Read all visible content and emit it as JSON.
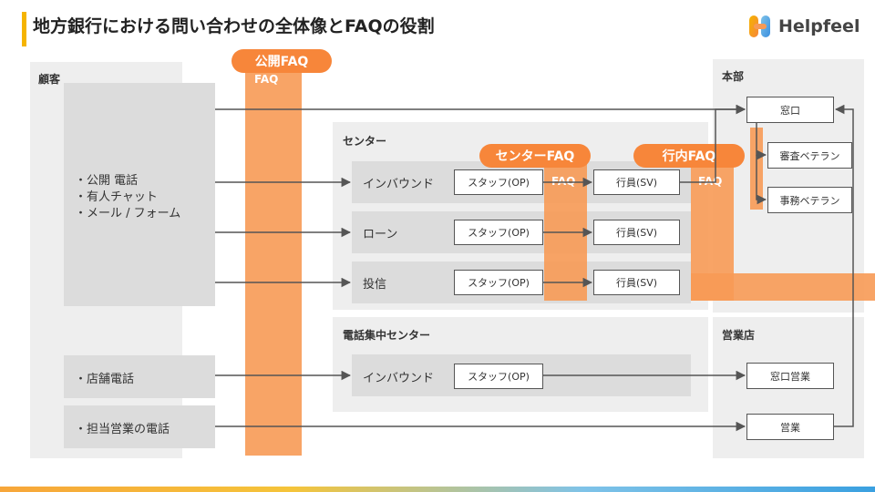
{
  "header": {
    "title": "地方銀行における問い合わせの全体像とFAQの役割",
    "logo_text": "Helpfeel"
  },
  "customer": {
    "label": "顧客",
    "channels_main": [
      "・公開 電話",
      "・有人チャット",
      "・メール / フォーム"
    ],
    "channel_store_phone": "・店舗電話",
    "channel_sales_phone": "・担当営業の電話"
  },
  "public_faq": {
    "pill": "公開FAQ",
    "tag": "FAQ"
  },
  "center": {
    "label": "センター",
    "rows": [
      {
        "name": "インバウンド",
        "staff": "スタッフ(OP)",
        "sv": "行員(SV)"
      },
      {
        "name": "ローン",
        "staff": "スタッフ(OP)",
        "sv": "行員(SV)"
      },
      {
        "name": "投信",
        "staff": "スタッフ(OP)",
        "sv": "行員(SV)"
      }
    ],
    "faq_pill": "センターFAQ",
    "faq_tag": "FAQ"
  },
  "internal_faq": {
    "pill": "行内FAQ",
    "tag": "FAQ"
  },
  "call_center": {
    "label": "電話集中センター",
    "row": {
      "name": "インバウンド",
      "staff": "スタッフ(OP)"
    }
  },
  "hq": {
    "label": "本部",
    "window": "窓口",
    "review": "審査ベテラン",
    "admin": "事務ベテラン"
  },
  "branch": {
    "label": "営業店",
    "window_sales": "窓口営業",
    "sales": "営業"
  },
  "colors": {
    "accent_orange": "#f7863a",
    "faq_bar": "#f79a55",
    "title_accent": "#f5b400"
  }
}
